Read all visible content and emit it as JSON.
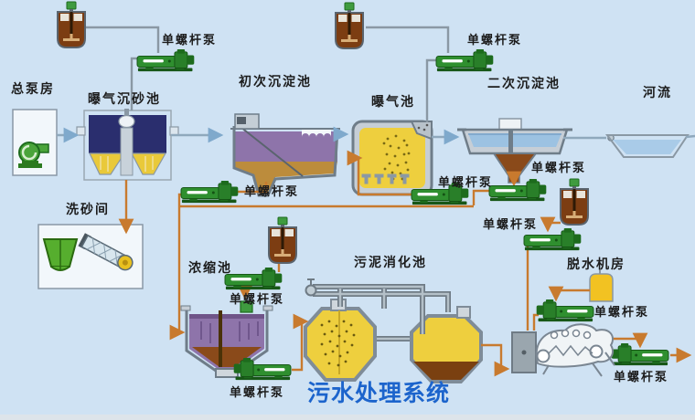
{
  "title": "污水处理系统",
  "labels": {
    "main_pump_house": "总泵房",
    "screw_pump": "单螺杆泵",
    "aerated_grit_chamber": "曝气沉砂池",
    "primary_sedimentation_tank": "初次沉淀池",
    "aeration_tank": "曝气池",
    "secondary_sedimentation_tank": "二次沉淀池",
    "river": "河流",
    "sand_washing_room": "洗砂间",
    "thickening_tank": "浓缩池",
    "sludge_digestion_tank": "污泥消化池",
    "dewatering_room": "脱水机房"
  },
  "icons": {
    "screw_pump_icon": "green horizontal progressive-cavity pump, 10 instances",
    "agitator_tank_icon": "brown chemical dosing tank with green motor and paddle mixer, 4 instances",
    "snail_pump_icon": "green volute pump inside main pump house",
    "grit_classifier_icon": "green hopper in sand washing room",
    "screw_conveyor_icon": "inclined screw conveyor with yellow drive wheel",
    "belt_filter_press_icon": "gray belt press machine in dewatering room",
    "polymer_tank_icon": "small yellow cylinder tank"
  },
  "colors": {
    "background": "#cfe2f3",
    "pump_green": "#2f8f2f",
    "pipe_orange": "#c87a2e",
    "pipe_gray": "#8a98a4",
    "flow_line_blue": "#8fa8bc",
    "tank_outline_gray": "#6f7d89",
    "grit_chamber_navy": "#2a2e6e",
    "water_purple": "#8e74aa",
    "tank_yellow": "#eecf3e",
    "sludge_brown": "#8a4a1a",
    "river_blue": "#a9cbe8",
    "title_blue": "#1c64cc",
    "label_color": "#1c1c1c",
    "mixer_brown": "#7c3d12"
  }
}
